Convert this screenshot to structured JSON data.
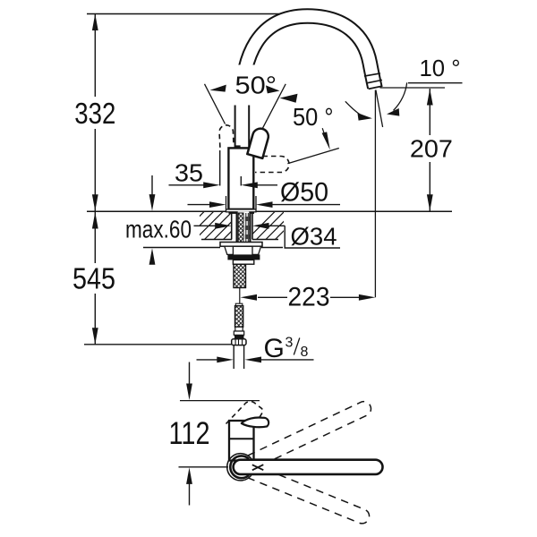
{
  "title": "Kitchen faucet dimensional drawing",
  "colors": {
    "line": "#141414",
    "background": "#ffffff"
  },
  "dimensions": {
    "height_total": "332",
    "depth_total": "545",
    "counter_thickness_max": "max.60",
    "handle_offset": "35",
    "base_diameter": "Ø50",
    "hole_diameter": "Ø34",
    "spout_reach": "223",
    "outlet_height": "207",
    "outlet_angle": "10 °",
    "handle_angle_open": "50°",
    "handle_angle_swing": "50 °",
    "top_view_depth": "112",
    "thread": {
      "letter": "G",
      "numerator": "3",
      "denominator": "8"
    }
  }
}
